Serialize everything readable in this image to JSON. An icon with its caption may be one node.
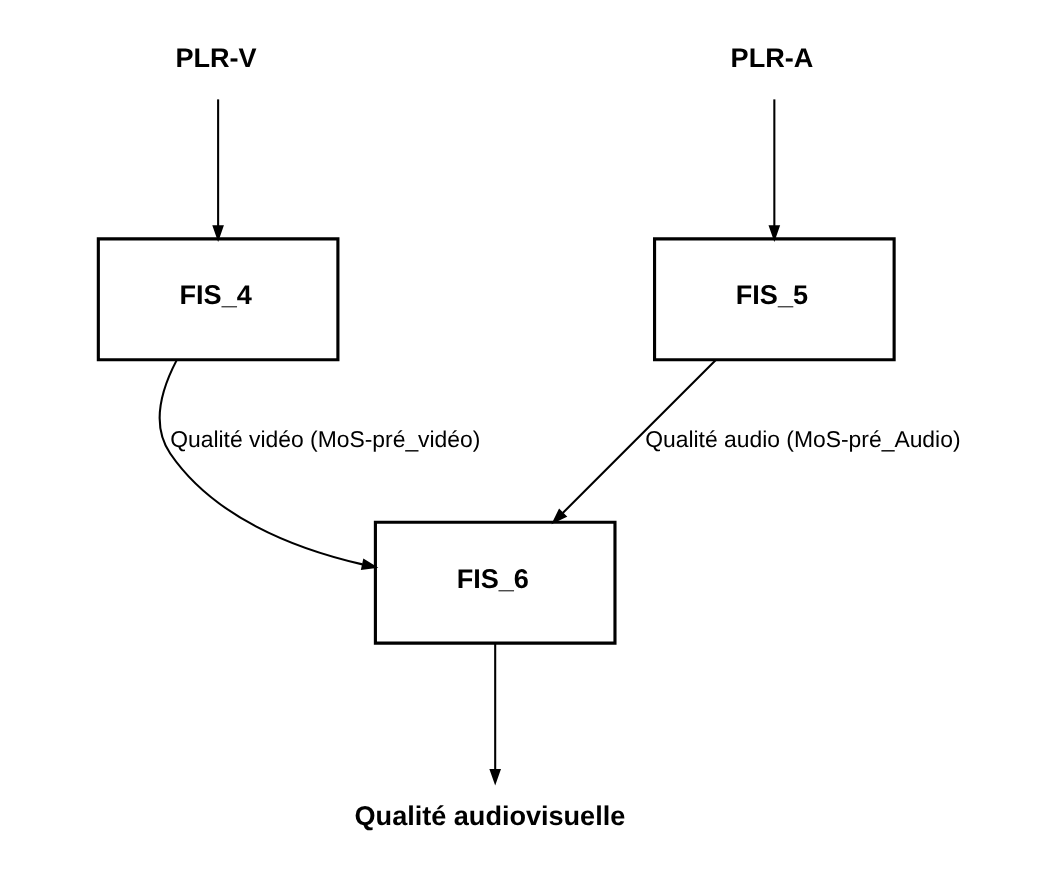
{
  "diagram": {
    "nodes": [
      {
        "text": [
          "PLR-V"
        ]
      },
      {
        "text": [
          "PLR-A"
        ]
      },
      {
        "text": [
          "FIS_4"
        ]
      },
      {
        "text": [
          "FIS_5"
        ]
      },
      {
        "text": [
          "FIS_6"
        ]
      },
      {
        "text": [
          "Qualité audiovisuelle"
        ]
      }
    ],
    "edges": [
      {
        "from": 0,
        "to": 2,
        "arrow": "to"
      },
      {
        "from": 1,
        "to": 3,
        "arrow": "to"
      },
      {
        "from": 2,
        "to": 4,
        "arrow": "to",
        "label": "Qualité vidéo (MoS-pré_vidéo)"
      },
      {
        "from": 3,
        "to": 4,
        "arrow": "to",
        "label": "Qualité audio (MoS-pré_Audio)"
      },
      {
        "from": 4,
        "to": 5,
        "arrow": "to"
      }
    ]
  }
}
